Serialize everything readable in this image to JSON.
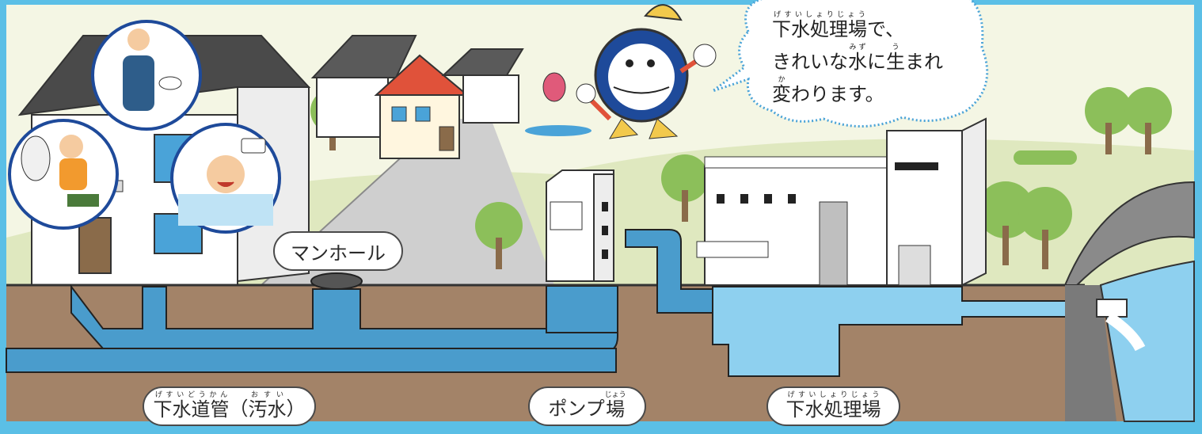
{
  "colors": {
    "frame": "#5bbfe6",
    "sky": "#f3f5e2",
    "ground": "#a38368",
    "water": "#4a9ccc",
    "water_light": "#8ed0ef",
    "grass": "#c9d9a0",
    "road": "#cfcfcf"
  },
  "speech_bubble": {
    "line1": {
      "text": "下水処理場で、",
      "ruby": [
        {
          "base": "下水処理場",
          "rt": "げすいしょりじょう"
        }
      ]
    },
    "line2_a": "きれいな",
    "line2_water": "水",
    "line2_water_rt": "みず",
    "line2_b": "に",
    "line2_born": "生",
    "line2_born_rt": "う",
    "line2_c": "まれ",
    "line3_change": "変",
    "line3_change_rt": "か",
    "line3_rest": "わります。"
  },
  "labels": {
    "manhole": "マンホール",
    "sewer_pipe_base": "下水道管",
    "sewer_pipe_rt": "げすいどうかん",
    "sewer_pipe_paren_open": "（",
    "sewage_base": "汚水",
    "sewage_rt": "おすい",
    "sewer_pipe_paren_close": "）",
    "pump_station_a": "ポンプ",
    "pump_station_b": "場",
    "pump_station_rt": "じょう",
    "treatment_plant_base": "下水処理場",
    "treatment_plant_rt": "げすいしょりじょう"
  }
}
